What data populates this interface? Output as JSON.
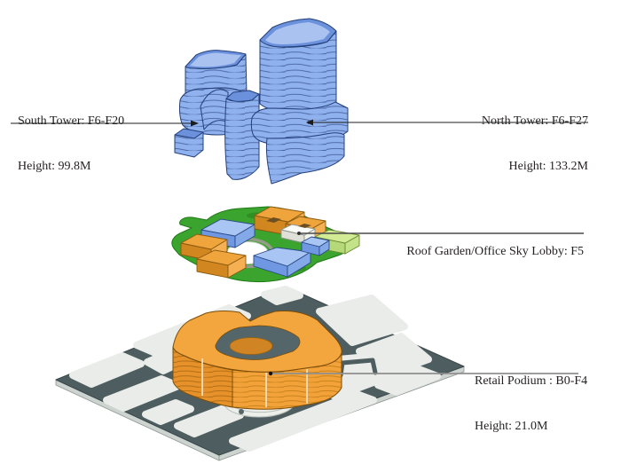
{
  "labels": {
    "south_tower": {
      "title": "South Tower: F6-F20",
      "height": "Height: 99.8M"
    },
    "north_tower": {
      "title": "North Tower: F6-F27",
      "height": "Height: 133.2M"
    },
    "roof_garden": {
      "title": "Roof Garden/Office Sky Lobby: F5"
    },
    "retail_podium": {
      "title": "Retail Podium : B0-F4",
      "height": "Height: 21.0M"
    }
  },
  "colors": {
    "background": "#ffffff",
    "text": "#231f20",
    "tower_face": "#8fb1ee",
    "tower_floor_line": "#44609c",
    "tower_top": "#6b90dc",
    "tower_top_inner": "#a9c2f0",
    "tower_outline": "#24407a",
    "grass": "#3aa42e",
    "grass_dark": "#2e8f24",
    "terrace_path_gray": "#949b86",
    "block_orange_top": "#f0a43c",
    "block_orange_left": "#d2861f",
    "block_orange_right": "#f5b054",
    "block_blue_top": "#a9c5f3",
    "block_blue_left": "#6f97e2",
    "block_blue_right": "#84a9e9",
    "block_white": "#f4f4ee",
    "block_green_top": "#d2ec96",
    "block_green_side": "#b5d878",
    "ground_dark": "#4e5e60",
    "ground_slab_edge": "#cdd3cf",
    "parcel_light": "#e9ece8",
    "podium_top": "#f4a63e",
    "podium_face_right": "#f2a238",
    "podium_face_left": "#e6912a",
    "podium_floor_line": "#c07c18",
    "podium_outline": "#7a4d08",
    "courtyard_hole": "#55666a",
    "courtyard_roof": "#d08424",
    "leader_dark": "#1c1c1c",
    "leader_mid": "#4a4a4a",
    "leader_gray": "#8f8f8f"
  }
}
